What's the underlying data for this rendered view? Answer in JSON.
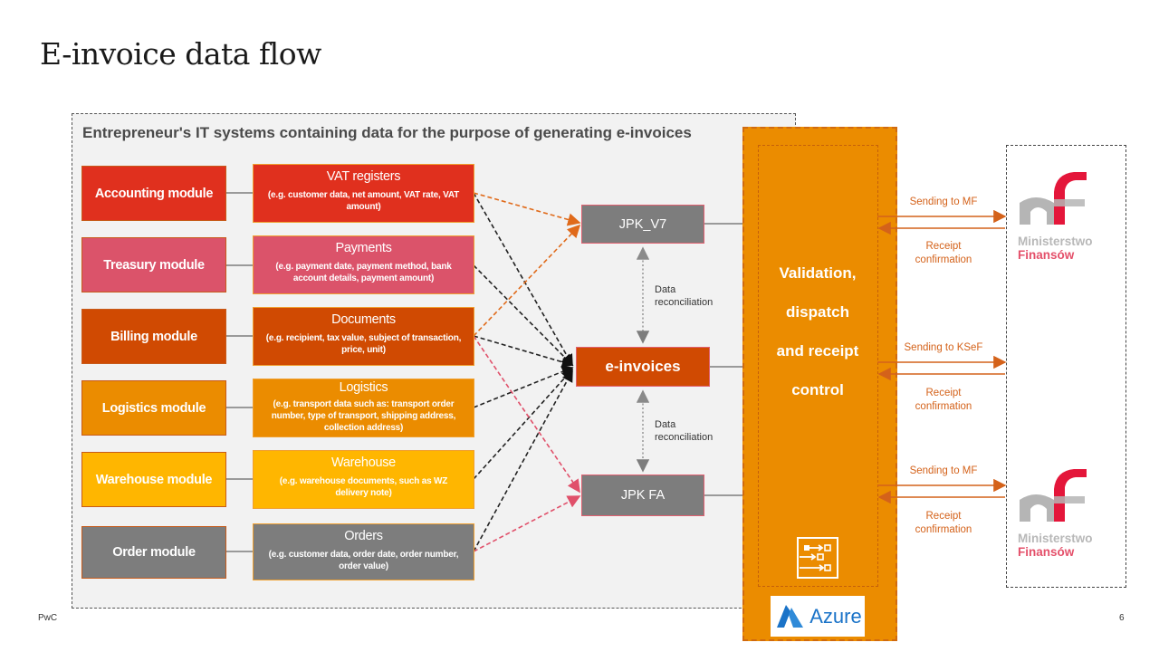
{
  "slide": {
    "title": "E-invoice data flow",
    "footer_left": "PwC",
    "page_number": "6"
  },
  "it_systems": {
    "title": "Entrepreneur's IT systems containing data for the purpose of generating e-invoices",
    "rows": [
      {
        "module": "Accounting module",
        "module_color": "#e0301e",
        "data_title": "VAT registers",
        "data_desc": "(e.g. customer data, net amount, VAT rate, VAT amount)",
        "data_color": "#e0301e"
      },
      {
        "module": "Treasury module",
        "module_color": "#db536a",
        "data_title": "Payments",
        "data_desc": "(e.g. payment date, payment method, bank account details, payment amount)",
        "data_color": "#db536a"
      },
      {
        "module": "Billing module",
        "module_color": "#d04a02",
        "data_title": "Documents",
        "data_desc": "(e.g. recipient, tax value, subject of transaction, price, unit)",
        "data_color": "#d04a02"
      },
      {
        "module": "Logistics module",
        "module_color": "#eb8c00",
        "data_title": "Logistics",
        "data_desc": "(e.g. transport data such as: transport order number, type of transport, shipping address, collection address)",
        "data_color": "#eb8c00"
      },
      {
        "module": "Warehouse module",
        "module_color": "#ffb600",
        "data_title": "Warehouse",
        "data_desc": "(e.g. warehouse documents, such as WZ delivery note)",
        "data_color": "#ffb600"
      },
      {
        "module": "Order module",
        "module_color": "#7d7d7d",
        "data_title": "Orders",
        "data_desc": "(e.g. customer data, order date, order number, order value)",
        "data_color": "#7d7d7d"
      }
    ]
  },
  "outputs": {
    "jpk_v7": "JPK_V7",
    "einvoices": "e-invoices",
    "jpk_fa": "JPK FA",
    "reconciliation_1": [
      "Data",
      "reconciliation"
    ],
    "reconciliation_2": [
      "Data",
      "reconciliation"
    ]
  },
  "validation": {
    "text": "Validation, dispatch and receipt control",
    "lines": [
      "Validation,",
      "dispatch",
      "and receipt",
      "control"
    ],
    "icon": "workflow-icon",
    "platform": "Azure"
  },
  "exchanges": [
    {
      "send": "Sending to MF",
      "receipt": [
        "Receipt",
        "confirmation"
      ]
    },
    {
      "send": "Sending to KSeF",
      "receipt": [
        "Receipt",
        "confirmation"
      ]
    },
    {
      "send": "Sending to MF",
      "receipt": [
        "Receipt",
        "confirmation"
      ]
    }
  ],
  "ministry": {
    "logo_top": "Ministerstwo",
    "logo_bottom": "Finansów"
  },
  "colors": {
    "orange": "#eb8c00",
    "dark_orange": "#d04a02",
    "red": "#e0301e",
    "rose": "#db536a",
    "grey": "#7d7d7d",
    "arrow_orange": "#d4621a"
  }
}
